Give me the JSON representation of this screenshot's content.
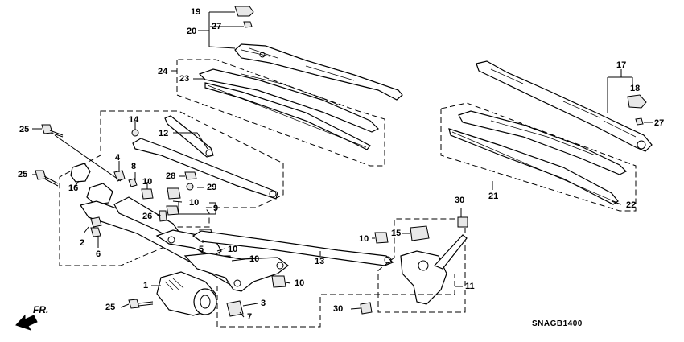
{
  "diagram_code": "SNAGB1400",
  "direction_label": "FR.",
  "callouts": [
    {
      "id": "c19",
      "label": "19"
    },
    {
      "id": "c27a",
      "label": "27"
    },
    {
      "id": "c20",
      "label": "20"
    },
    {
      "id": "c24",
      "label": "24"
    },
    {
      "id": "c23",
      "label": "23"
    },
    {
      "id": "c17",
      "label": "17"
    },
    {
      "id": "c18",
      "label": "18"
    },
    {
      "id": "c27b",
      "label": "27"
    },
    {
      "id": "c25a",
      "label": "25"
    },
    {
      "id": "c14",
      "label": "14"
    },
    {
      "id": "c12",
      "label": "12"
    },
    {
      "id": "c25b",
      "label": "25"
    },
    {
      "id": "c4",
      "label": "4"
    },
    {
      "id": "c8",
      "label": "8"
    },
    {
      "id": "c16",
      "label": "16"
    },
    {
      "id": "c28",
      "label": "28"
    },
    {
      "id": "c29",
      "label": "29"
    },
    {
      "id": "c10a",
      "label": "10"
    },
    {
      "id": "c10b",
      "label": "10"
    },
    {
      "id": "c26",
      "label": "26"
    },
    {
      "id": "c9",
      "label": "9"
    },
    {
      "id": "c2",
      "label": "2"
    },
    {
      "id": "c6",
      "label": "6"
    },
    {
      "id": "c5",
      "label": "5"
    },
    {
      "id": "c10c",
      "label": "10"
    },
    {
      "id": "c10d",
      "label": "10"
    },
    {
      "id": "c10e",
      "label": "10"
    },
    {
      "id": "c15",
      "label": "15"
    },
    {
      "id": "c13",
      "label": "13"
    },
    {
      "id": "c10f",
      "label": "10"
    },
    {
      "id": "c30a",
      "label": "30"
    },
    {
      "id": "c21",
      "label": "21"
    },
    {
      "id": "c22",
      "label": "22"
    },
    {
      "id": "c11",
      "label": "11"
    },
    {
      "id": "c1",
      "label": "1"
    },
    {
      "id": "c3",
      "label": "3"
    },
    {
      "id": "c7",
      "label": "7"
    },
    {
      "id": "c25c",
      "label": "25"
    },
    {
      "id": "c30b",
      "label": "30"
    }
  ]
}
